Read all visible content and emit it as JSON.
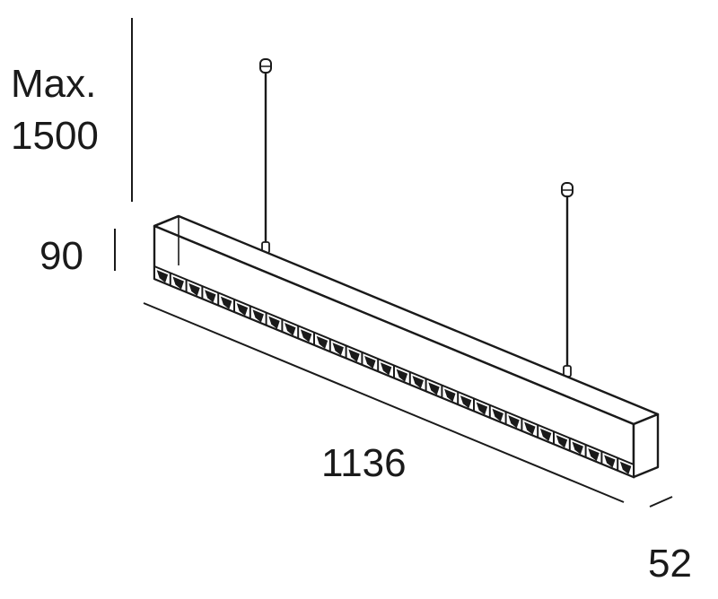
{
  "dimensions": {
    "max_height_label": "Max.",
    "max_height_value": "1500",
    "height": "90",
    "length": "1136",
    "width": "52"
  },
  "louver_cells": 30,
  "colors": {
    "line": "#1a1a1a",
    "background": "#ffffff"
  }
}
